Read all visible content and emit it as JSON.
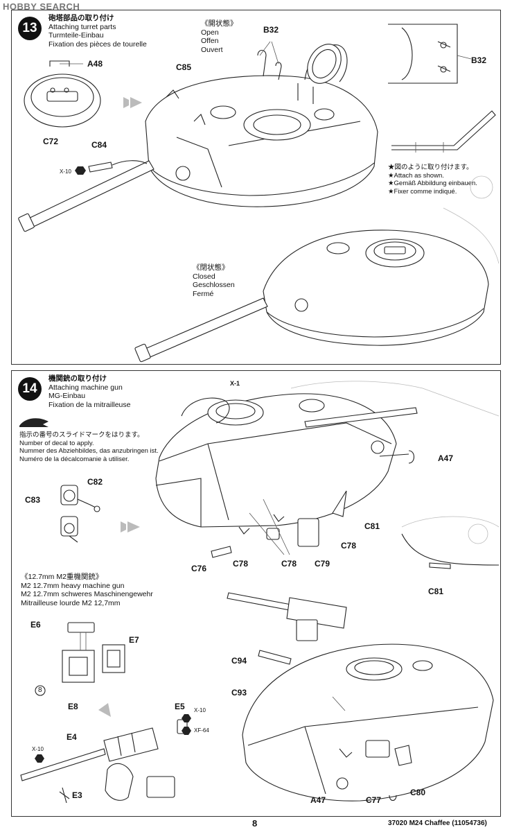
{
  "watermark": "HOBBY SEARCH",
  "step13": {
    "number": "13",
    "title": [
      "砲塔部品の取り付け",
      "Attaching turret parts",
      "Turmteile-Einbau",
      "Fixation des pièces de tourelle"
    ],
    "open_state": [
      "《開状態》",
      "Open",
      "Offen",
      "Ouvert"
    ],
    "closed_state": [
      "《閉状態》",
      "Closed",
      "Geschlossen",
      "Fermé"
    ],
    "attach_note": [
      "★図のように取り付けます。",
      "★Attach as shown.",
      "★Gemäß Abbildung einbauen.",
      "★Fixer comme indiqué."
    ],
    "parts": {
      "a48": "A48",
      "c72": "C72",
      "c84": "C84",
      "c85": "C85",
      "b32": "B32",
      "b32_inset": "B32"
    },
    "paint_x10": "X-10"
  },
  "step14": {
    "number": "14",
    "title": [
      "機関銃の取り付け",
      "Attaching machine gun",
      "MG-Einbau",
      "Fixation de la mitrailleuse"
    ],
    "decal_note": [
      "指示の番号のスライドマークをはります。",
      "Number of decal to apply.",
      "Nummer des Abziehbildes, das anzubringen ist.",
      "Numéro de la décalcomanie à utiliser."
    ],
    "mg_title": [
      "《12.7mm M2重機関銃》",
      "M2 12.7mm heavy machine gun",
      "M2 12.7mm schweres Maschinengewehr",
      "Mitrailleuse lourde M2 12,7mm"
    ],
    "parts": {
      "x1": "X-1",
      "a47": "A47",
      "c81": "C81",
      "c81b": "C81",
      "c82": "C82",
      "c83": "C83",
      "c76": "C76",
      "c78a": "C78",
      "c78b": "C78",
      "c78c": "C78",
      "c79": "C79",
      "e6": "E6",
      "e7": "E7",
      "e8": "E8",
      "e5": "E5",
      "e4": "E4",
      "e3": "E3",
      "c94": "C94",
      "c93": "C93",
      "a47b": "A47",
      "c77": "C77",
      "c80": "C80"
    },
    "decal_number": "8",
    "paint": {
      "x10a": "X-10",
      "x10b": "X-10",
      "xf64": "XF-64"
    }
  },
  "footer": {
    "page": "8",
    "code": "37020  M24 Chaffee (11054736)"
  }
}
